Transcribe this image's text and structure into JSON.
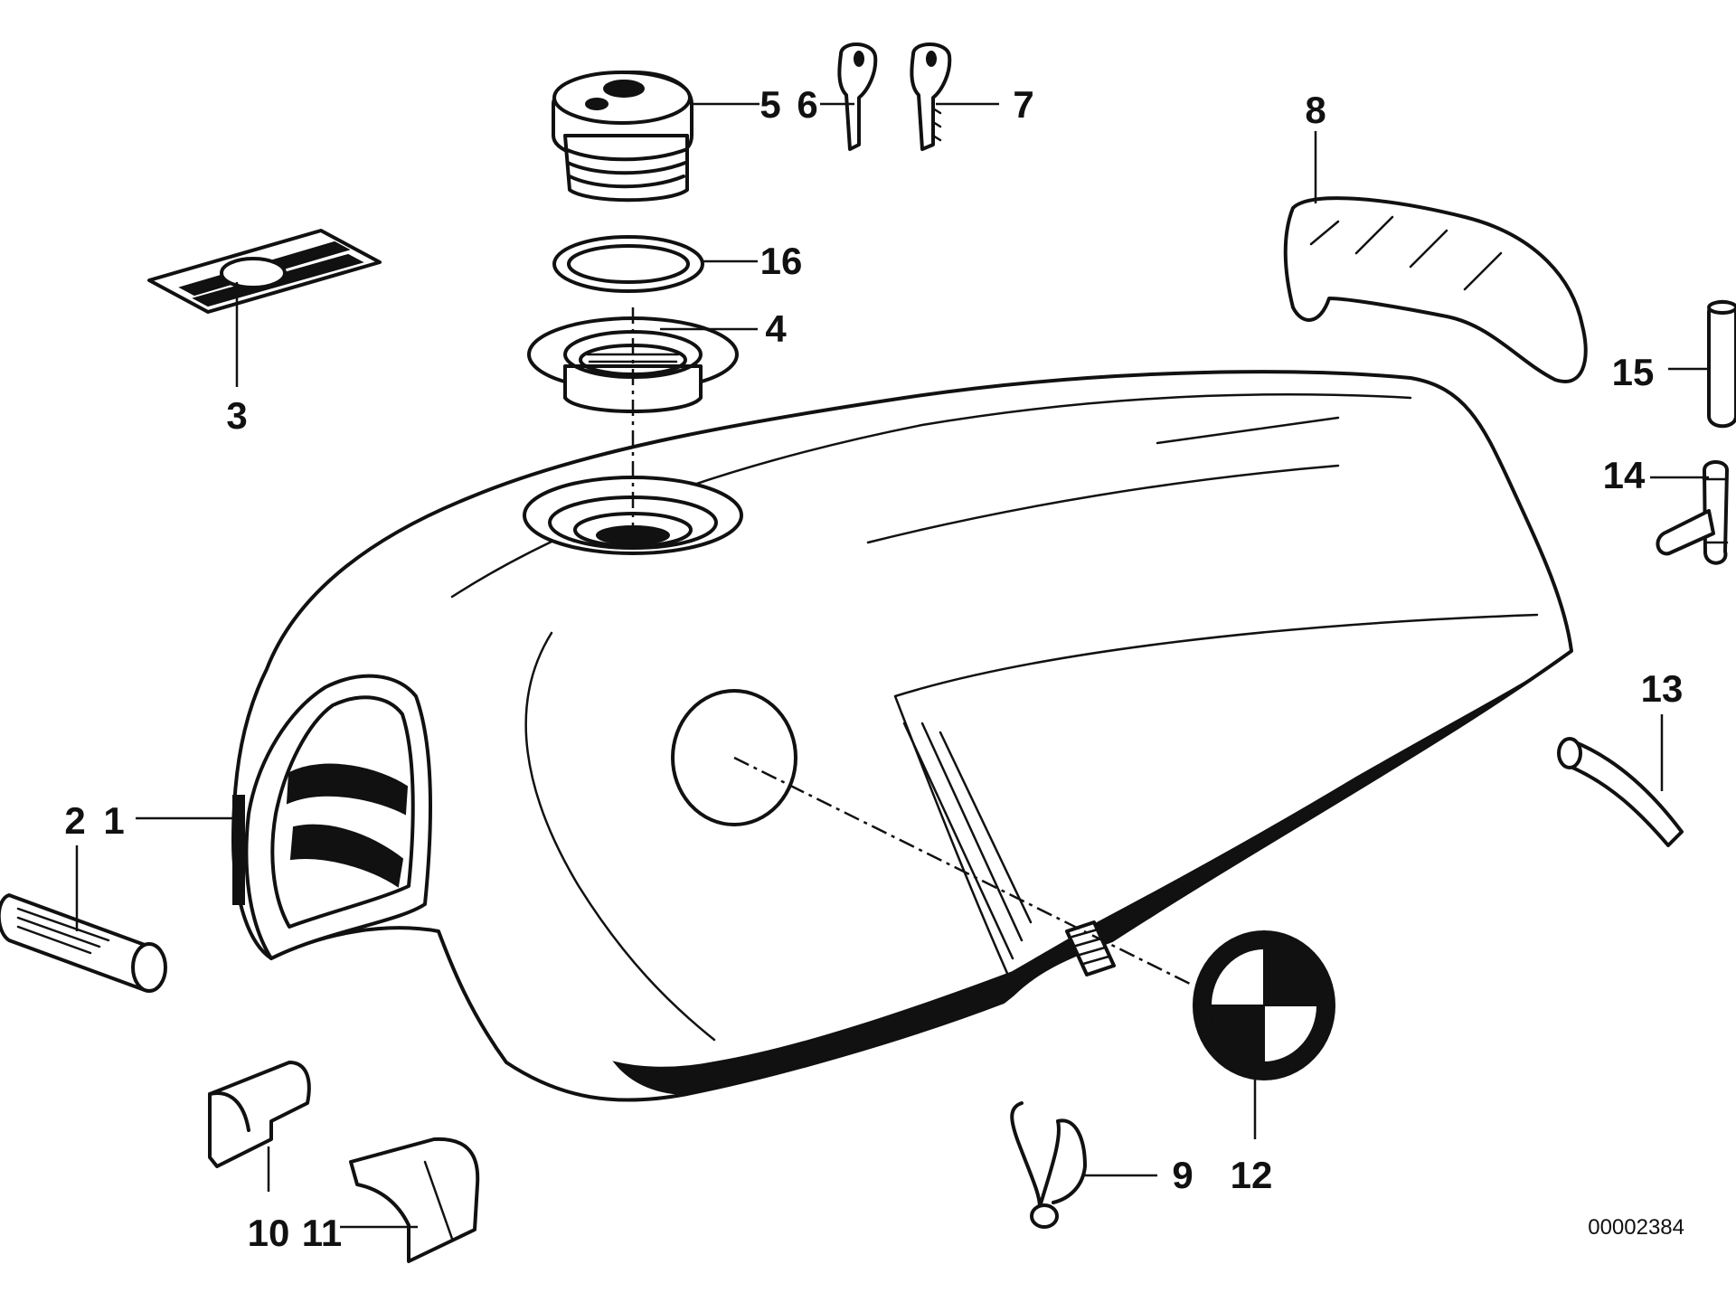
{
  "diagram": {
    "parts": [
      {
        "number": "1",
        "part": "fuel-tank"
      },
      {
        "number": "2",
        "part": "rubber-buffer"
      },
      {
        "number": "3",
        "part": "instruction-label"
      },
      {
        "number": "4",
        "part": "filler-neck-ring"
      },
      {
        "number": "5",
        "part": "filler-cap"
      },
      {
        "number": "6",
        "part": "key"
      },
      {
        "number": "7",
        "part": "key"
      },
      {
        "number": "8",
        "part": "knee-pad"
      },
      {
        "number": "9",
        "part": "retaining-spring"
      },
      {
        "number": "10",
        "part": "cap-front"
      },
      {
        "number": "11",
        "part": "cap-rear"
      },
      {
        "number": "12",
        "part": "badge-emblem"
      },
      {
        "number": "13",
        "part": "hose"
      },
      {
        "number": "14",
        "part": "t-connector"
      },
      {
        "number": "15",
        "part": "hose-piece"
      },
      {
        "number": "16",
        "part": "gasket"
      }
    ],
    "drawing_code": "00002384",
    "colors": {
      "ink": "#111111",
      "paper": "#ffffff"
    }
  }
}
